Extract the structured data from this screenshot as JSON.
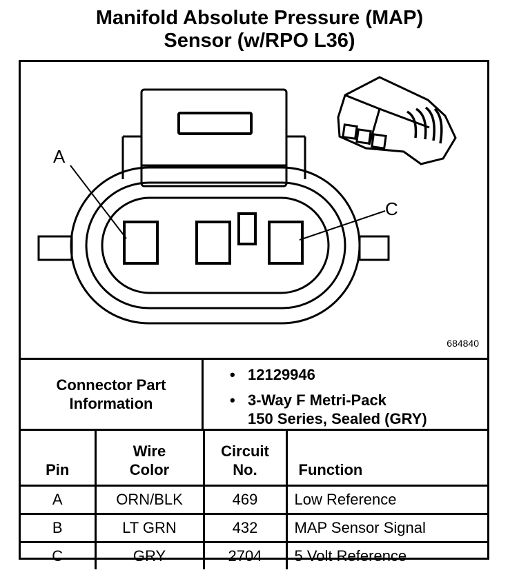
{
  "title": {
    "line1": "Manifold Absolute Pressure (MAP)",
    "line2": "Sensor (w/RPO L36)"
  },
  "diagram": {
    "id": "684840",
    "pin_a": "A",
    "pin_c": "C"
  },
  "connector_info": {
    "label_line1": "Connector Part",
    "label_line2": "Information",
    "bullet": "•",
    "part_number": "12129946",
    "description_line1": "3-Way F Metri-Pack",
    "description_line2": "150 Series, Sealed (GRY)"
  },
  "pin_table": {
    "headers": {
      "pin": "Pin",
      "wire_color_line1": "Wire",
      "wire_color_line2": "Color",
      "circuit_line1": "Circuit",
      "circuit_line2": "No.",
      "function": "Function"
    },
    "rows": [
      {
        "pin": "A",
        "wire_color": "ORN/BLK",
        "circuit": "469",
        "function": "Low Reference"
      },
      {
        "pin": "B",
        "wire_color": "LT GRN",
        "circuit": "432",
        "function": "MAP Sensor Signal"
      },
      {
        "pin": "C",
        "wire_color": "GRY",
        "circuit": "2704",
        "function": "5 Volt Reference"
      }
    ]
  }
}
